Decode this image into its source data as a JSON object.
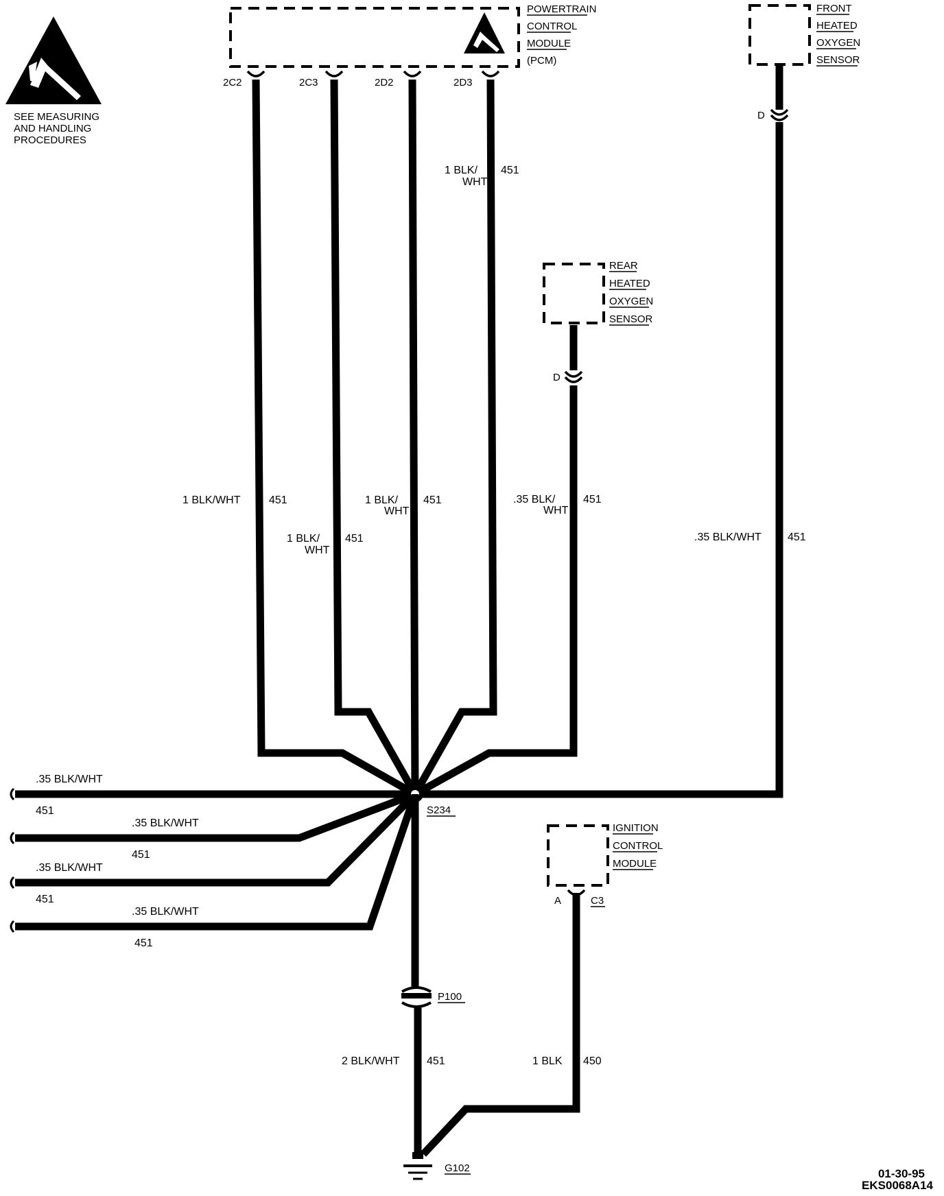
{
  "notice": {
    "lines": [
      "SEE MEASURING",
      "AND HANDLING",
      "PROCEDURES"
    ]
  },
  "pcm": {
    "lines": [
      "POWERTRAIN",
      "CONTROL",
      "MODULE",
      "(PCM)"
    ],
    "pins": [
      "2C2",
      "2C3",
      "2D2",
      "2D3"
    ]
  },
  "front_sensor": {
    "lines": [
      "FRONT",
      "HEATED",
      "OXYGEN",
      "SENSOR"
    ],
    "pin": "D"
  },
  "rear_sensor": {
    "lines": [
      "REAR",
      "HEATED",
      "OXYGEN",
      "SENSOR"
    ],
    "pin": "D"
  },
  "icm": {
    "lines": [
      "IGNITION",
      "CONTROL",
      "MODULE"
    ],
    "pin": "A",
    "connector": "C3"
  },
  "wire_labels": {
    "w2d3_top_a": "1 BLK/",
    "w2d3_top_b": "WHT",
    "w2d3_top_circuit": "451",
    "w2c2": "1 BLK/WHT",
    "w2c2_circuit": "451",
    "w2c3_a": "1 BLK/",
    "w2c3_b": "WHT",
    "w2c3_circuit": "451",
    "w2d2_a": "1 BLK/",
    "w2d2_b": "WHT",
    "w2d2_circuit": "451",
    "wrear_a": ".35 BLK/",
    "wrear_b": "WHT",
    "wrear_circuit": "451",
    "wfront": ".35 BLK/WHT",
    "wfront_circuit": "451",
    "wl1": ".35 BLK/WHT",
    "wl1_circuit": "451",
    "wl2": ".35 BLK/WHT",
    "wl2_circuit": "451",
    "wl3": ".35 BLK/WHT",
    "wl3_circuit": "451",
    "wl4": ".35 BLK/WHT",
    "wl4_circuit": "451",
    "wground": "2 BLK/WHT",
    "wground_circuit": "451",
    "wicm": "1 BLK",
    "wicm_circuit": "450"
  },
  "splice": "S234",
  "connector_p100": "P100",
  "ground": "G102",
  "footer": {
    "date": "01-30-95",
    "code": "EKS0068A14"
  }
}
